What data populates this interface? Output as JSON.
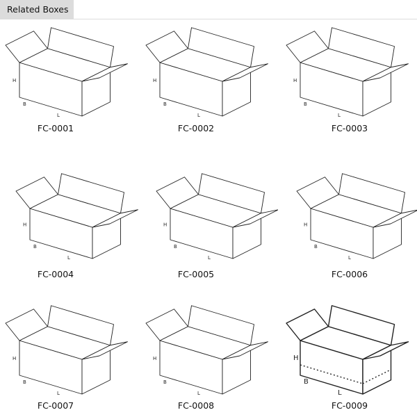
{
  "header": {
    "title": "Related Boxes"
  },
  "dimension_labels": {
    "height": "H",
    "breadth": "B",
    "length": "L"
  },
  "boxes": [
    {
      "code": "FC-0001"
    },
    {
      "code": "FC-0002"
    },
    {
      "code": "FC-0003"
    },
    {
      "code": "FC-0004"
    },
    {
      "code": "FC-0005"
    },
    {
      "code": "FC-0006"
    },
    {
      "code": "FC-0007"
    },
    {
      "code": "FC-0008"
    },
    {
      "code": "FC-0009"
    }
  ]
}
